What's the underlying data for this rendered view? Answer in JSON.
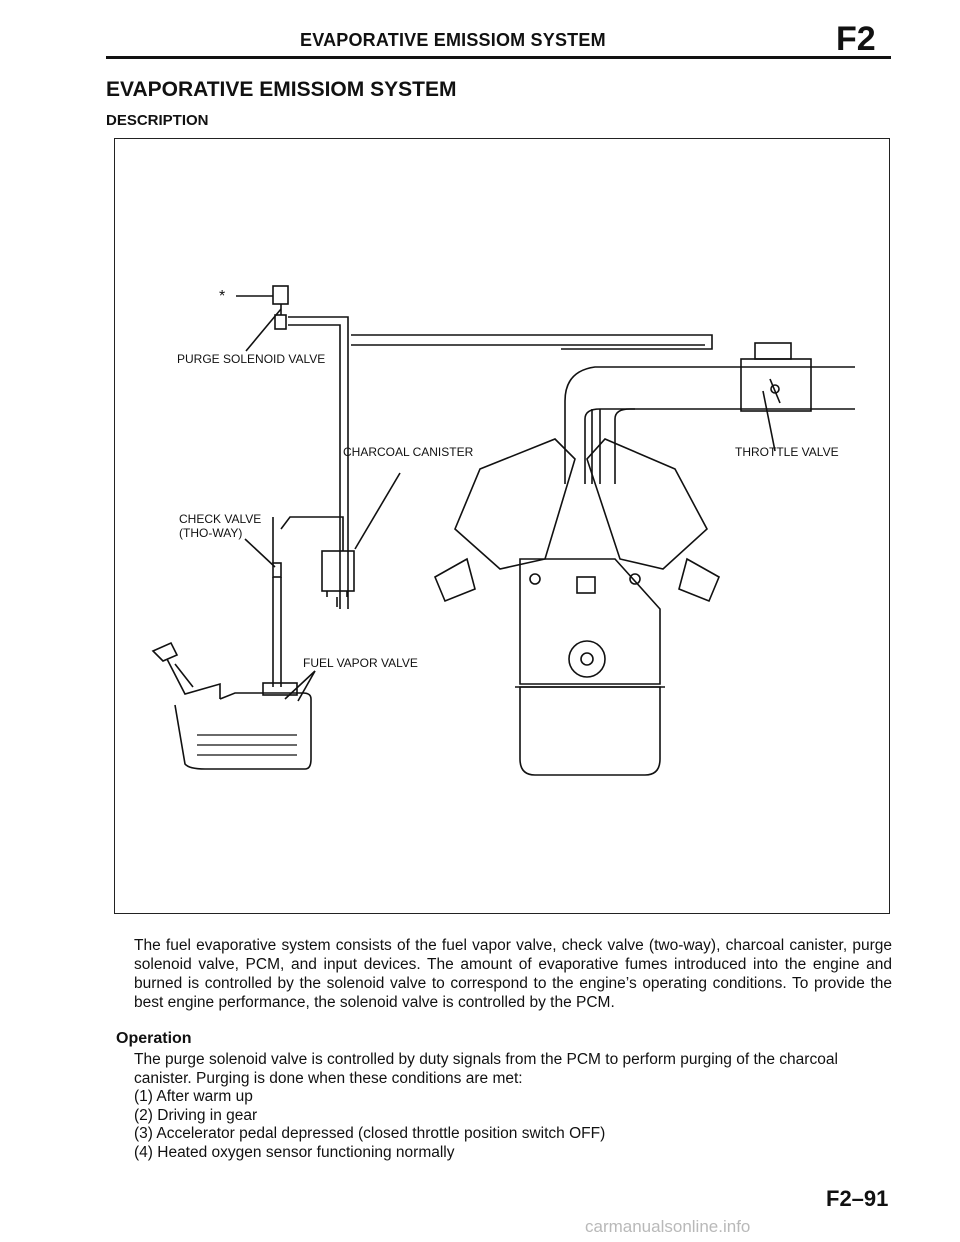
{
  "header": {
    "title": "EVAPORATIVE EMISSIOM SYSTEM",
    "section_code": "F2"
  },
  "page_title": "EVAPORATIVE EMISSIOM SYSTEM",
  "section_heading": "DESCRIPTION",
  "diagram": {
    "labels": {
      "asterisk": "*",
      "purge_solenoid_valve": "PURGE SOLENOID VALVE",
      "charcoal_canister": "CHARCOAL CANISTER",
      "throttle_valve": "THROTTLE VALVE",
      "check_valve_line1": "CHECK VALVE",
      "check_valve_line2": "(THO-WAY)",
      "fuel_vapor_valve": "FUEL VAPOR VALVE"
    }
  },
  "description_text": "The fuel evaporative system consists of the fuel vapor valve, check valve (two-way), charcoal canister, purge solenoid valve, PCM, and input devices. The amount of evaporative fumes introduced into the engine and burned is controlled by the solenoid valve to correspond to the engine’s operating conditions. To provide the best engine performance, the solenoid valve is controlled by the PCM.",
  "operation": {
    "heading": "Operation",
    "text": "The purge solenoid valve is controlled by duty signals from the PCM to perform purging of the charcoal canister. Purging is done when these conditions are met:",
    "conditions": [
      "(1) After warm up",
      "(2) Driving in gear",
      "(3) Accelerator pedal depressed (closed throttle position switch OFF)",
      "(4) Heated oxygen sensor functioning normally"
    ]
  },
  "page_number": "F2–91",
  "watermark": "carmanualsonline.info"
}
